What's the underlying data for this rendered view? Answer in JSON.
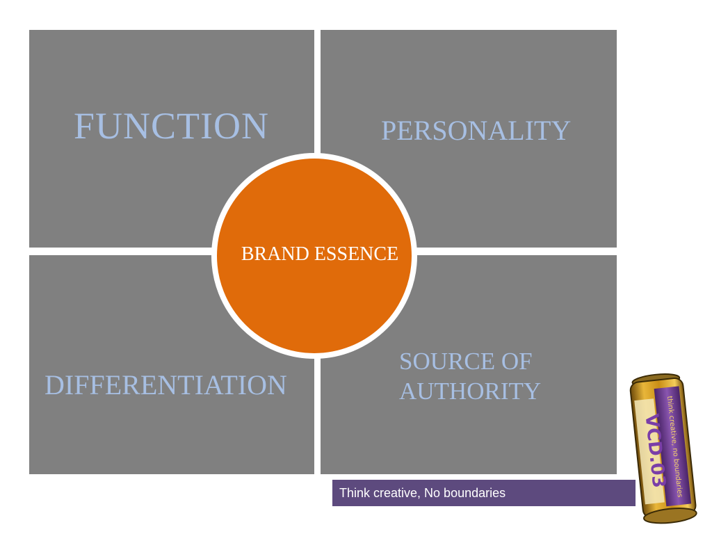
{
  "quadrants": {
    "top_left": "FUNCTION",
    "top_right": "PERSONALITY",
    "bottom_left": "DIFFERENTIATION",
    "bottom_right_line1": "SOURCE OF",
    "bottom_right_line2": "AUTHORITY"
  },
  "center": {
    "label": "BRAND ESSENCE"
  },
  "tagline": {
    "text": "Think creative, No boundaries"
  },
  "product_image": {
    "logo_text": "VCD.03",
    "can_text": "think creative, no boundaries"
  },
  "colors": {
    "quadrant_fill": "#808080",
    "quadrant_text": "#a7bfe3",
    "center_fill": "#e06b0a",
    "tagline_bar": "#5d4a7e",
    "can_gold": "#d9a21e",
    "can_purple": "#7d4a9e"
  }
}
